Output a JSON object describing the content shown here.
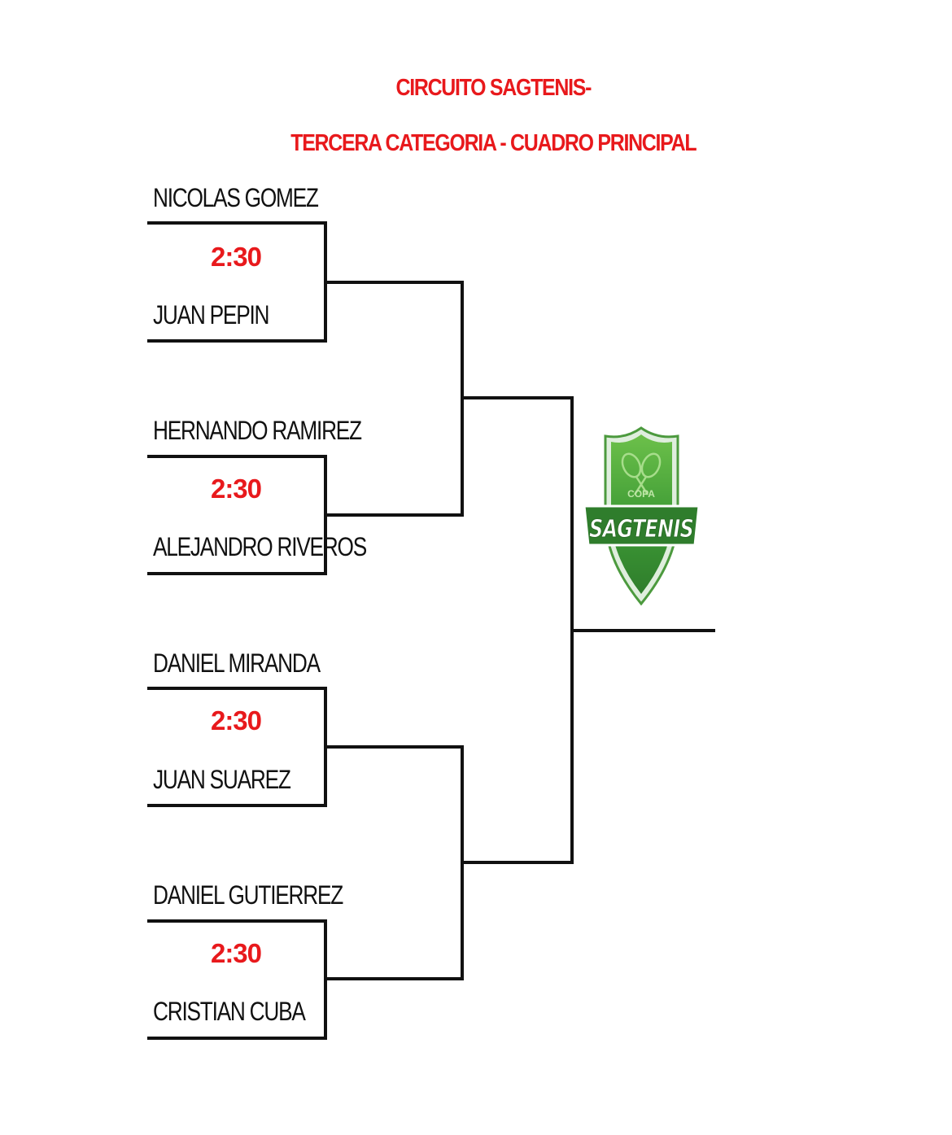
{
  "header": {
    "title_line_1": "CIRCUITO SAGTENIS-",
    "title_line_2": "TERCERA CATEGORIA - CUADRO PRINCIPAL"
  },
  "matches": [
    {
      "player_top": "NICOLAS GOMEZ",
      "time": "2:30",
      "player_bottom": "JUAN PEPIN"
    },
    {
      "player_top": "HERNANDO RAMIREZ",
      "time": "2:30",
      "player_bottom": "ALEJANDRO RIVEROS"
    },
    {
      "player_top": "DANIEL MIRANDA",
      "time": "2:30",
      "player_bottom": "JUAN SUAREZ"
    },
    {
      "player_top": "DANIEL GUTIERREZ",
      "time": "2:30",
      "player_bottom": "CRISTIAN CUBA"
    }
  ],
  "logo": {
    "top_text": "COPA",
    "main_text": "SAGTENIS",
    "icon": "crossed-tennis-rackets-icon",
    "colors": {
      "green_dark": "#2f7d2c",
      "green_light": "#6cc04a",
      "outline": "#ffffff"
    }
  },
  "colors": {
    "accent": "#e8191c",
    "lines": "#111111",
    "text": "#111111"
  }
}
